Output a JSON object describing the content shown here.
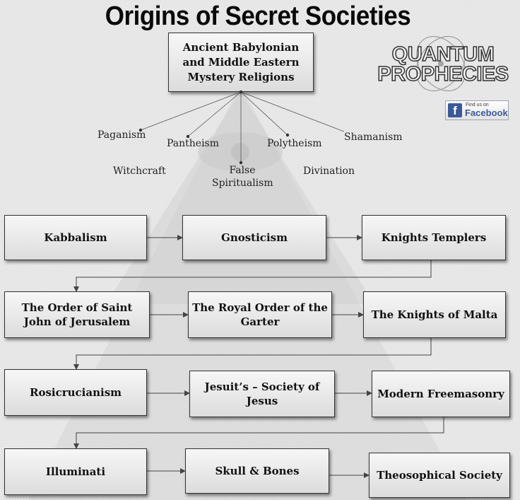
{
  "title": "Origins of Secret Societies",
  "root": {
    "lines": [
      "Ancient Babylonian",
      "and Middle Eastern",
      "Mystery Religions"
    ]
  },
  "branches": [
    "Paganism",
    "Pantheism",
    "Polytheism",
    "Shamanism",
    "Witchcraft",
    "False",
    "Spiritualism",
    "Divination"
  ],
  "rows": [
    [
      {
        "lines": [
          "Kabbalism"
        ]
      },
      {
        "lines": [
          "Gnosticism"
        ]
      },
      {
        "lines": [
          "Knights Templers"
        ]
      }
    ],
    [
      {
        "lines": [
          "The Order of Saint",
          "John of Jerusalem"
        ]
      },
      {
        "lines": [
          "The Royal Order of the",
          "Garter"
        ]
      },
      {
        "lines": [
          "The Knights of Malta"
        ]
      }
    ],
    [
      {
        "lines": [
          "Rosicrucianism"
        ]
      },
      {
        "lines": [
          "Jesuit’s – Society of",
          "Jesus"
        ]
      },
      {
        "lines": [
          "Modern Freemasonry"
        ]
      }
    ],
    [
      {
        "lines": [
          "Illuminati"
        ]
      },
      {
        "lines": [
          "Skull & Bones"
        ]
      },
      {
        "lines": [
          "Theosophical Society"
        ]
      }
    ]
  ],
  "logo": {
    "line1": "QUANTUM",
    "line2": "PROPHECIES"
  },
  "facebook": {
    "small": "Find us on",
    "big": "Facebook",
    "icon": "f"
  },
  "colors": {
    "background": "#ececec",
    "box_border": "#333333",
    "connector": "#444444",
    "facebook_blue": "#3b5998"
  }
}
